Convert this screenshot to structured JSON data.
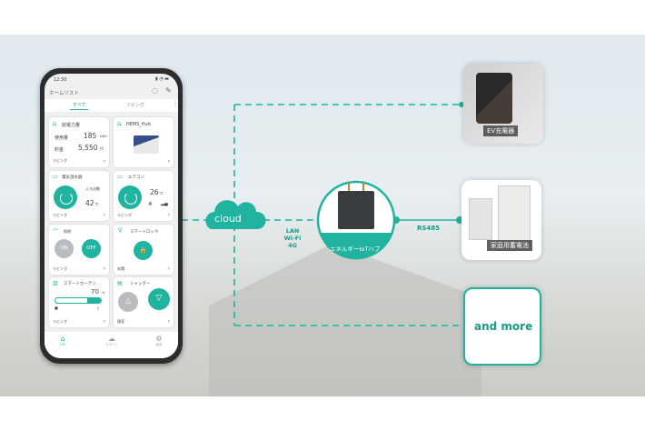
{
  "app": {
    "time": "12:30",
    "title": "ホームリスト",
    "tabs": [
      "すべて",
      "リビング"
    ]
  },
  "cards": {
    "power": {
      "title": "総電力量",
      "usage_label": "使用量",
      "usage_value": "185",
      "usage_unit": "kWh",
      "fee_label": "料金",
      "fee_value": "5,550",
      "fee_unit": "円",
      "room": "リビング"
    },
    "hub": {
      "title": "HEMS_Hub"
    },
    "water": {
      "title": "電気温水器",
      "sub": "ふろ自動",
      "temp": "42",
      "unit": "℃",
      "room": "リビング"
    },
    "ac": {
      "title": "エアコン",
      "temp": "26",
      "unit": "℃",
      "room": "リビング"
    },
    "light": {
      "title": "照明",
      "on": "ON",
      "off": "OFF",
      "room": "リビング"
    },
    "lock": {
      "title": "スマートロック",
      "room": "玄関"
    },
    "curtain": {
      "title": "スマートカーテン",
      "percent": "70",
      "unit": "%",
      "room": "リビング",
      "progress": 0.7
    },
    "shutter": {
      "title": "シャッター",
      "room": "寝室"
    }
  },
  "nav": [
    "TOP",
    "スマート",
    "設定"
  ],
  "diagram": {
    "cloud": "cloud",
    "network": [
      "LAN",
      "Wi-Fi",
      "4G"
    ],
    "hub": "エネルギーIoTハブ",
    "protocol": "RS485",
    "ev": "EV充電器",
    "battery": "家庭用蓄電池",
    "more": "and more"
  },
  "colors": {
    "accent": "#1fb3a0"
  }
}
